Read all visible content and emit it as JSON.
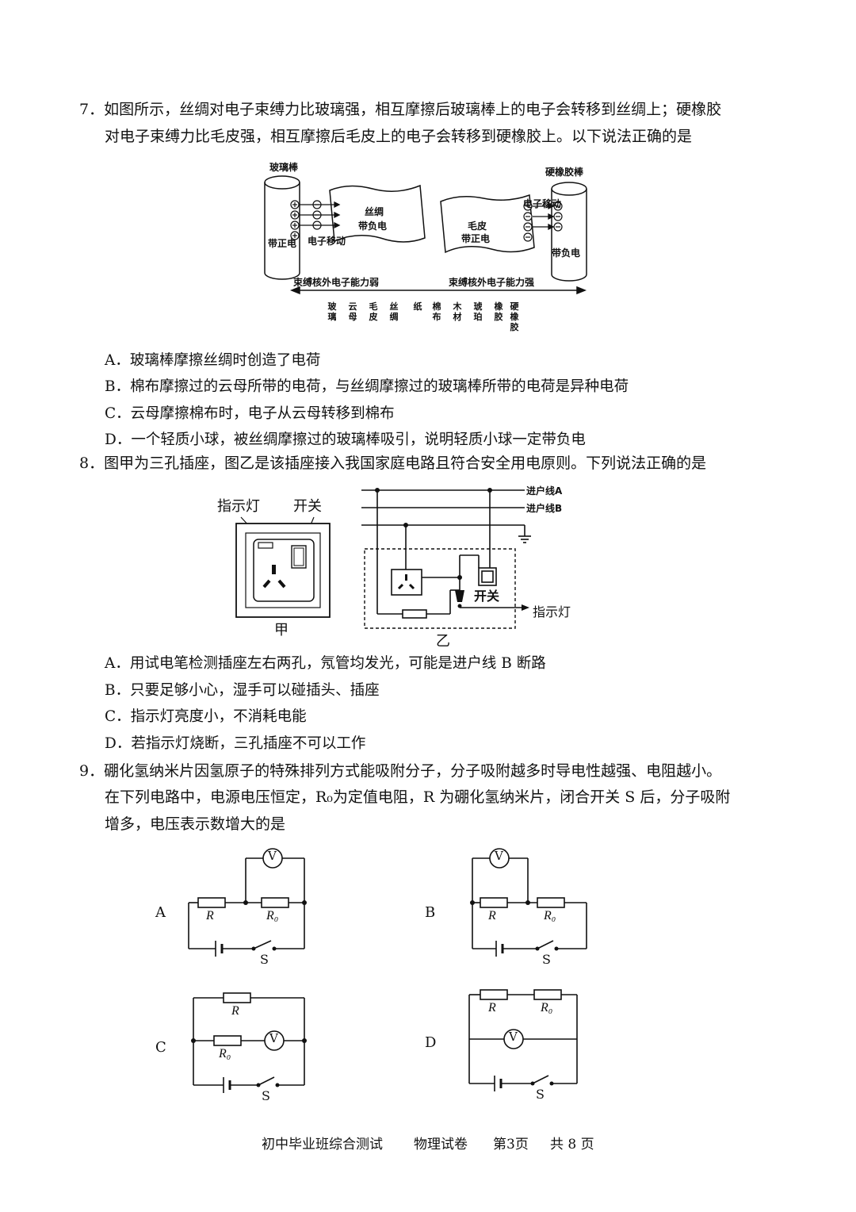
{
  "q7": {
    "line1": "7．如图所示，丝绸对电子束缚力比玻璃强，相互摩擦后玻璃棒上的电子会转移到丝绸上；硬橡胶",
    "line2": "对电子束缚力比毛皮强，相互摩擦后毛皮上的电子会转移到硬橡胶上。以下说法正确的是",
    "figure": {
      "glass_rod": "玻璃棒",
      "glass_charge": "带正电",
      "silk_name": "丝绸",
      "silk_charge": "带负电",
      "electron_move_left": "电子移动",
      "fur_name": "毛皮",
      "fur_charge": "带正电",
      "rubber_rod": "硬橡胶棒",
      "electron_move_right": "电子移动",
      "rubber_charge": "带负电",
      "weak": "束缚核外电子能力弱",
      "strong": "束缚核外电子能力强",
      "series": [
        "玻璃",
        "云母",
        "毛皮",
        "丝绸",
        "纸",
        "棉布",
        "木材",
        "琥珀",
        "橡胶",
        "硬橡胶"
      ]
    },
    "options": [
      "A．玻璃棒摩擦丝绸时创造了电荷",
      "B．棉布摩擦过的云母所带的电荷，与丝绸摩擦过的玻璃棒所带的电荷是异种电荷",
      "C．云母摩擦棉布时，电子从云母转移到棉布",
      "D．一个轻质小球，被丝绸摩擦过的玻璃棒吸引，说明轻质小球一定带负电"
    ]
  },
  "q8": {
    "line1": "8．图甲为三孔插座，图乙是该插座接入我国家庭电路且符合安全用电原则。下列说法正确的是",
    "figure": {
      "indicator": "指示灯",
      "switch": "开关",
      "jia": "甲",
      "yi": "乙",
      "line_a": "进户线A",
      "line_b": "进户线B",
      "switch_b": "开关",
      "indicator_b": "指示灯"
    },
    "options": [
      "A．用试电笔检测插座左右两孔，氖管均发光，可能是进户线 B 断路",
      "B．只要足够小心，湿手可以碰插头、插座",
      "C．指示灯亮度小，不消耗电能",
      "D．若指示灯烧断，三孔插座不可以工作"
    ]
  },
  "q9": {
    "line1": "9．硼化氢纳米片因氢原子的特殊排列方式能吸附分子，分子吸附越多时导电性越强、电阻越小。",
    "line2": "在下列电路中，电源电压恒定，R₀为定值电阻，R 为硼化氢纳米片，闭合开关 S 后，分子吸附",
    "line3": "增多，电压表示数增大的是",
    "circuits": [
      {
        "letter": "A",
        "r": "R",
        "r0": "R₀",
        "v": "V",
        "s": "S"
      },
      {
        "letter": "B",
        "r": "R",
        "r0": "R₀",
        "v": "V",
        "s": "S"
      },
      {
        "letter": "C",
        "r": "R",
        "r0": "R₀",
        "v": "V",
        "s": "S"
      },
      {
        "letter": "D",
        "r": "R",
        "r0": "R₀",
        "v": "V",
        "s": "S"
      }
    ]
  },
  "footer": {
    "exam": "初中毕业班综合测试",
    "subject": "物理试卷",
    "page": "第3页",
    "total": "共 8 页"
  }
}
